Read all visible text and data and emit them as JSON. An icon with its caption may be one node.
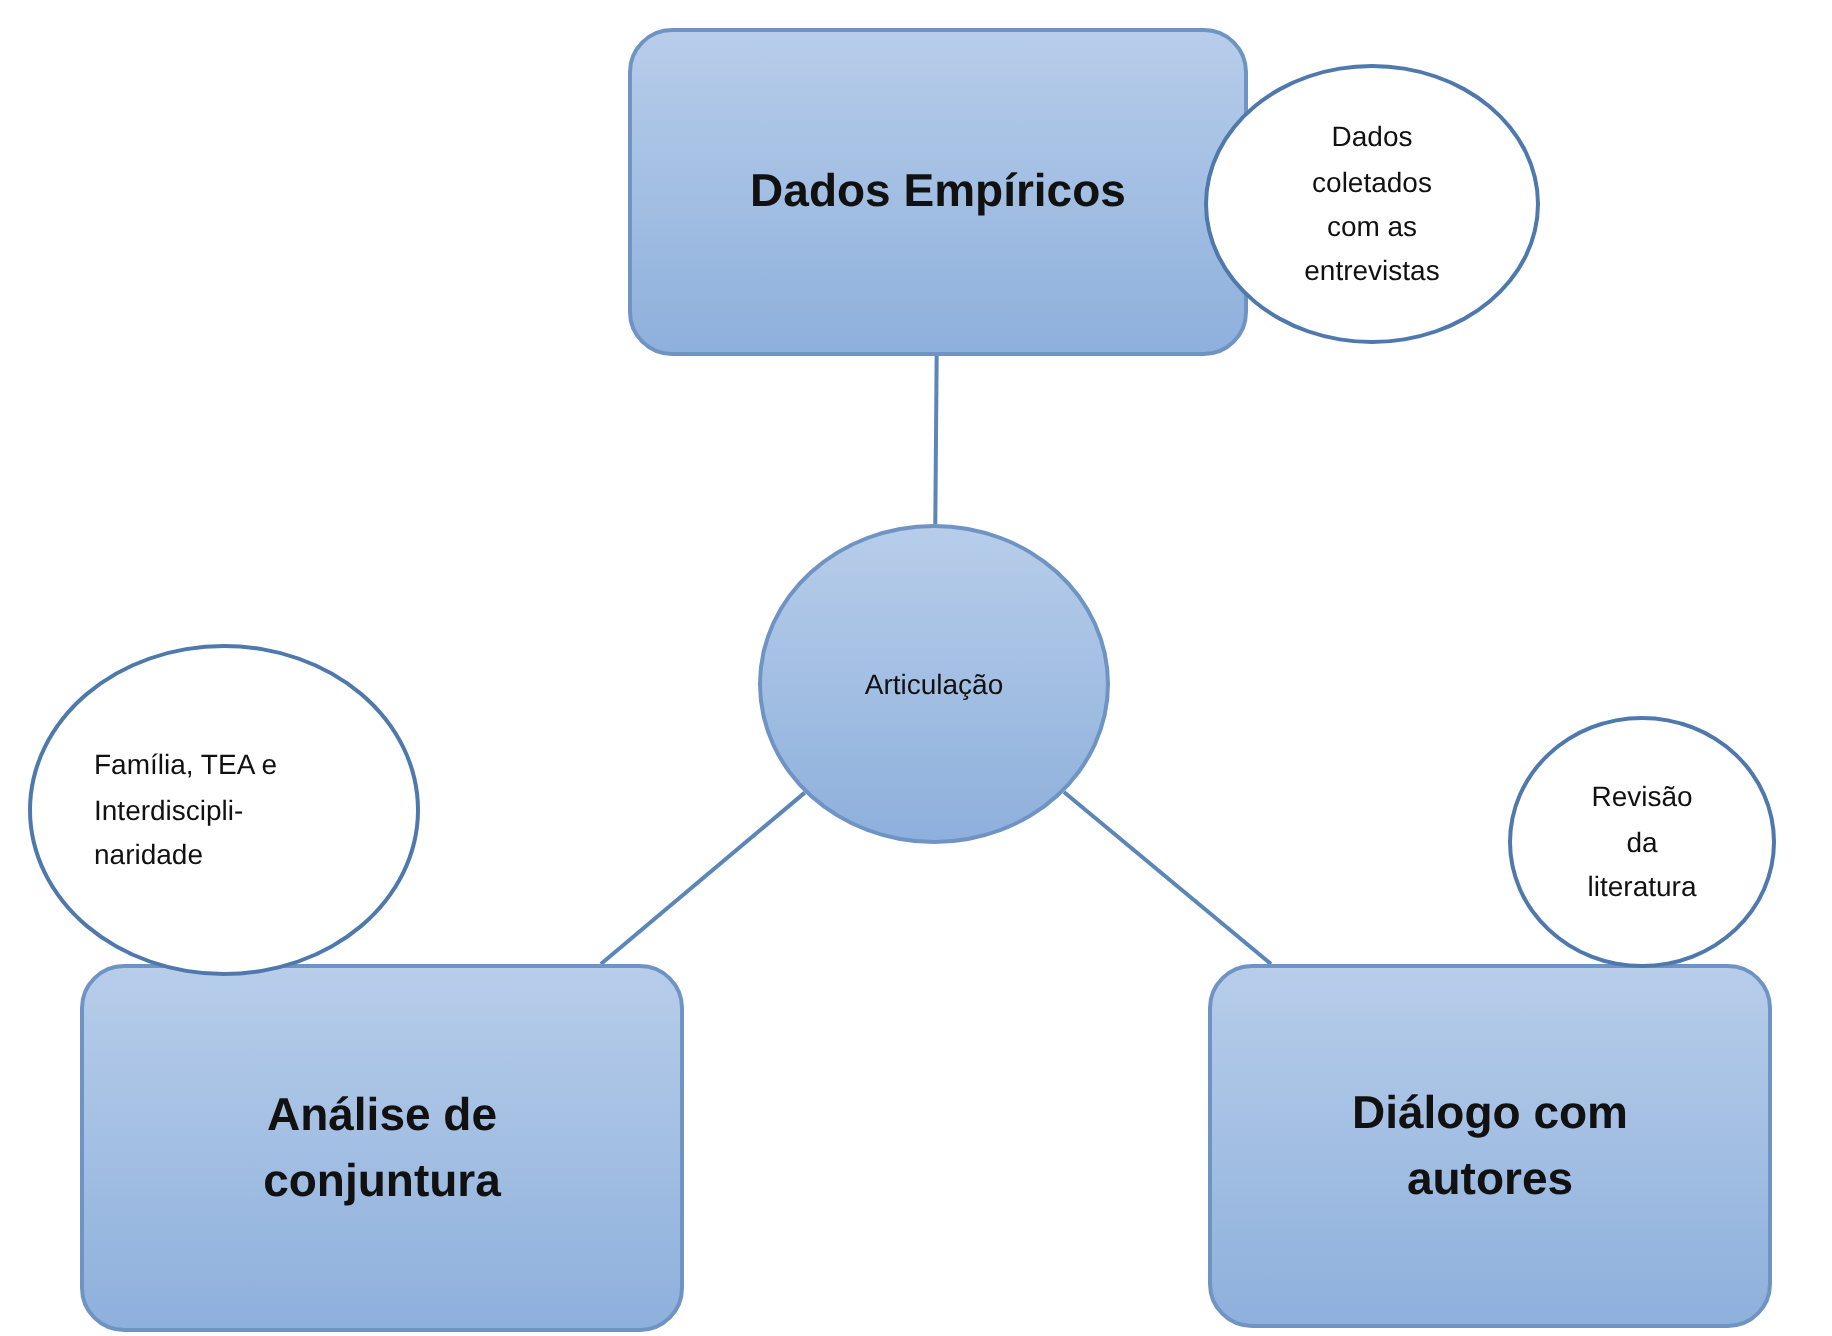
{
  "diagram": {
    "nodes": [
      {
        "text": [
          "Dados Empíricos"
        ]
      },
      {
        "text": [
          "Dados coletados com as entrevistas"
        ]
      },
      {
        "text": [
          "Articulação"
        ]
      },
      {
        "text": [
          "Família, TEA e Interdiscipli- naridade"
        ]
      },
      {
        "text": [
          "Análise de conjuntura"
        ]
      },
      {
        "text": [
          "Revisão da literatura"
        ]
      },
      {
        "text": [
          "Diálogo com autores"
        ]
      }
    ],
    "edges": [
      {
        "from": 0,
        "to": 2,
        "arrow": "none"
      },
      {
        "from": 2,
        "to": 4,
        "arrow": "none"
      },
      {
        "from": 2,
        "to": 6,
        "arrow": "none"
      }
    ]
  }
}
